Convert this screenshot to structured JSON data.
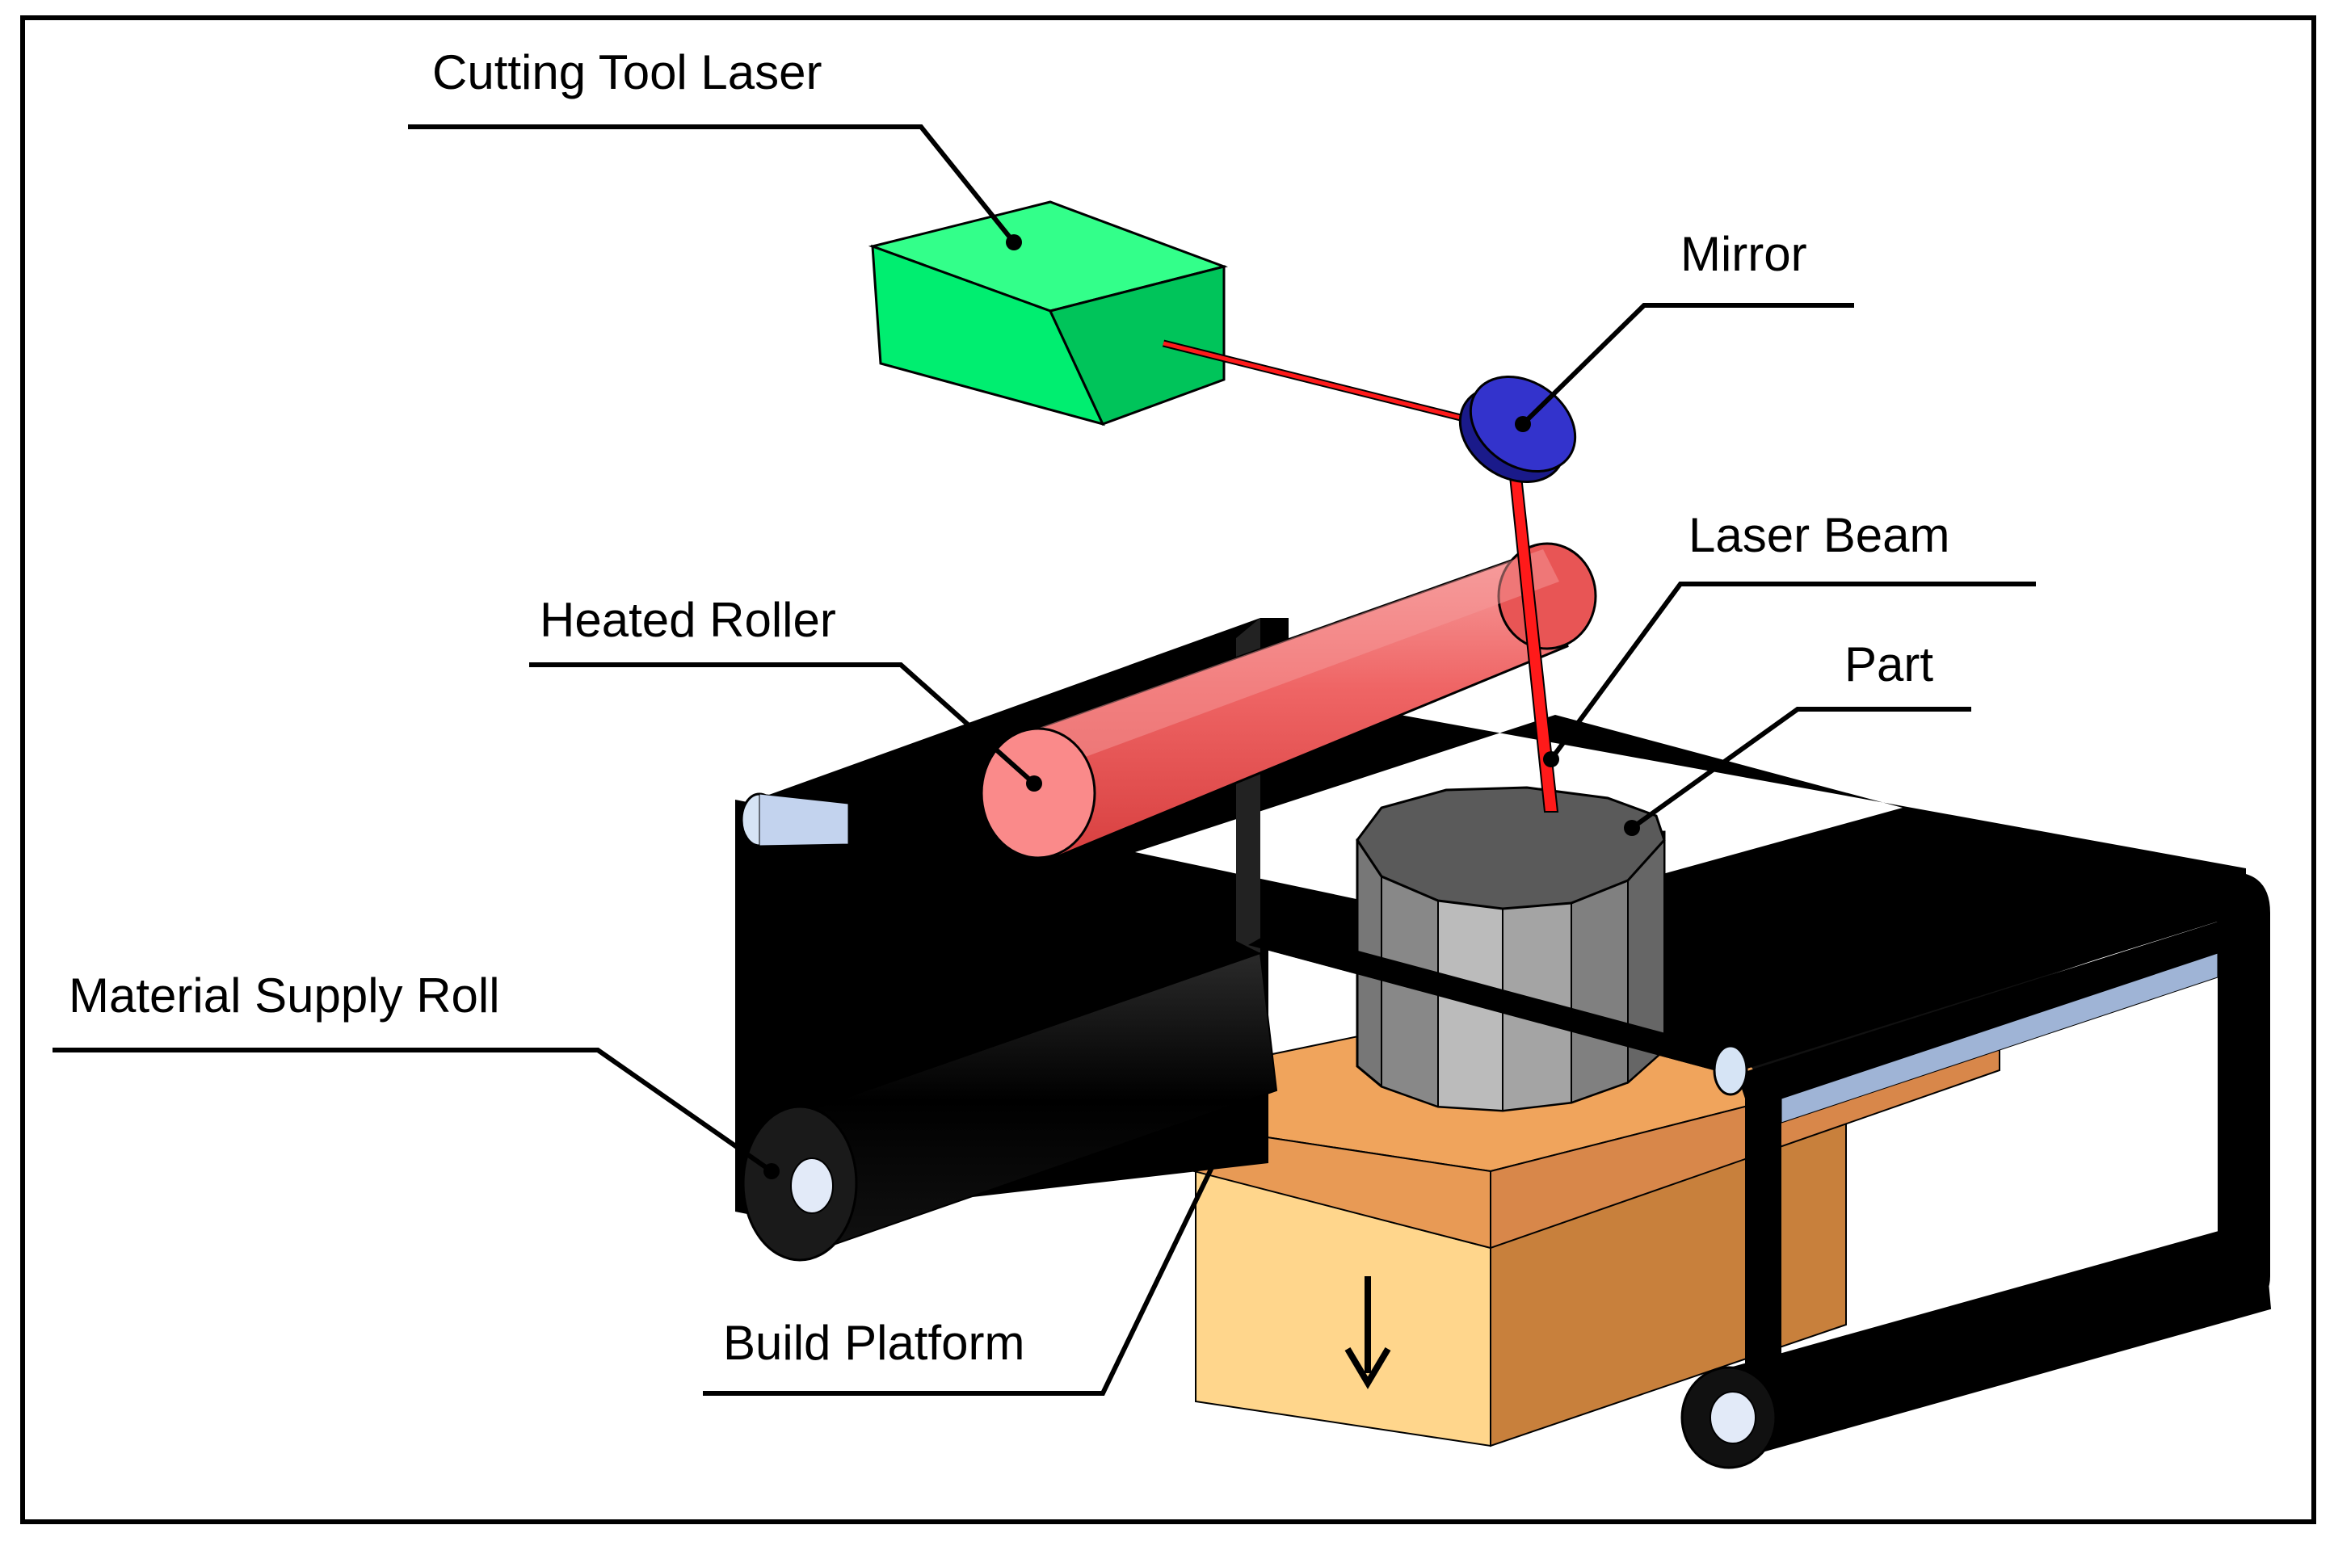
{
  "labels": {
    "cutting_tool_laser": "Cutting Tool Laser",
    "mirror": "Mirror",
    "laser_beam": "Laser Beam",
    "heated_roller": "Heated Roller",
    "part": "Part",
    "material_supply_roll": "Material Supply Roll",
    "build_platform": "Build Platform"
  },
  "colors": {
    "laser_box": "#00ff7f",
    "mirror": "#3333cc",
    "beam": "#ff1a1a",
    "roller": "#f06060",
    "sheet": "#000000",
    "part": "#999999",
    "platform_top": "#f0a45c",
    "platform_block": "#ffd68c",
    "frame": "#000000"
  },
  "icons": {
    "platform_direction": "down-arrow-icon"
  }
}
